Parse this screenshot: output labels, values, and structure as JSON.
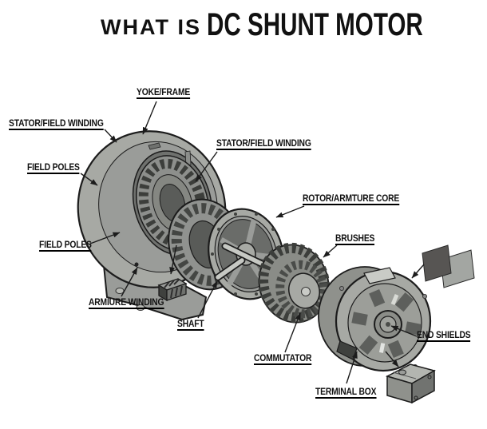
{
  "title": {
    "prefix": "WHAT IS",
    "name": "DC SHUNT MOTOR"
  },
  "labels": {
    "yoke_frame": "YOKE/FRAME",
    "stator_field_winding_left": "STATOR/FIELD WINDING",
    "field_poles_upper": "FIELD POLES",
    "stator_field_winding_mid": "STATOR/FIELD WINDING",
    "rotor_armture_core": "ROTOR/ARMTURE CORE",
    "field_poles_lower": "FIELD POLES",
    "armiure_winding": "ARMIURE WINDING",
    "shaft": "SHAFT",
    "commutator": "COMMUTATOR",
    "brushes": "BRUSHES",
    "end_shields": "END SHIELDS",
    "terminal_box": "TERMINAL BOX"
  },
  "colors": {
    "background": "#ffffff",
    "body_gray": "#a7a9a4",
    "shade_gray": "#90928f",
    "dark_gray": "#6f716e",
    "deep_gray": "#4a4c49",
    "outline": "#1c1c1c",
    "brush_dark": "#575553",
    "brush_light": "#a3a6a2",
    "text": "#111111"
  }
}
